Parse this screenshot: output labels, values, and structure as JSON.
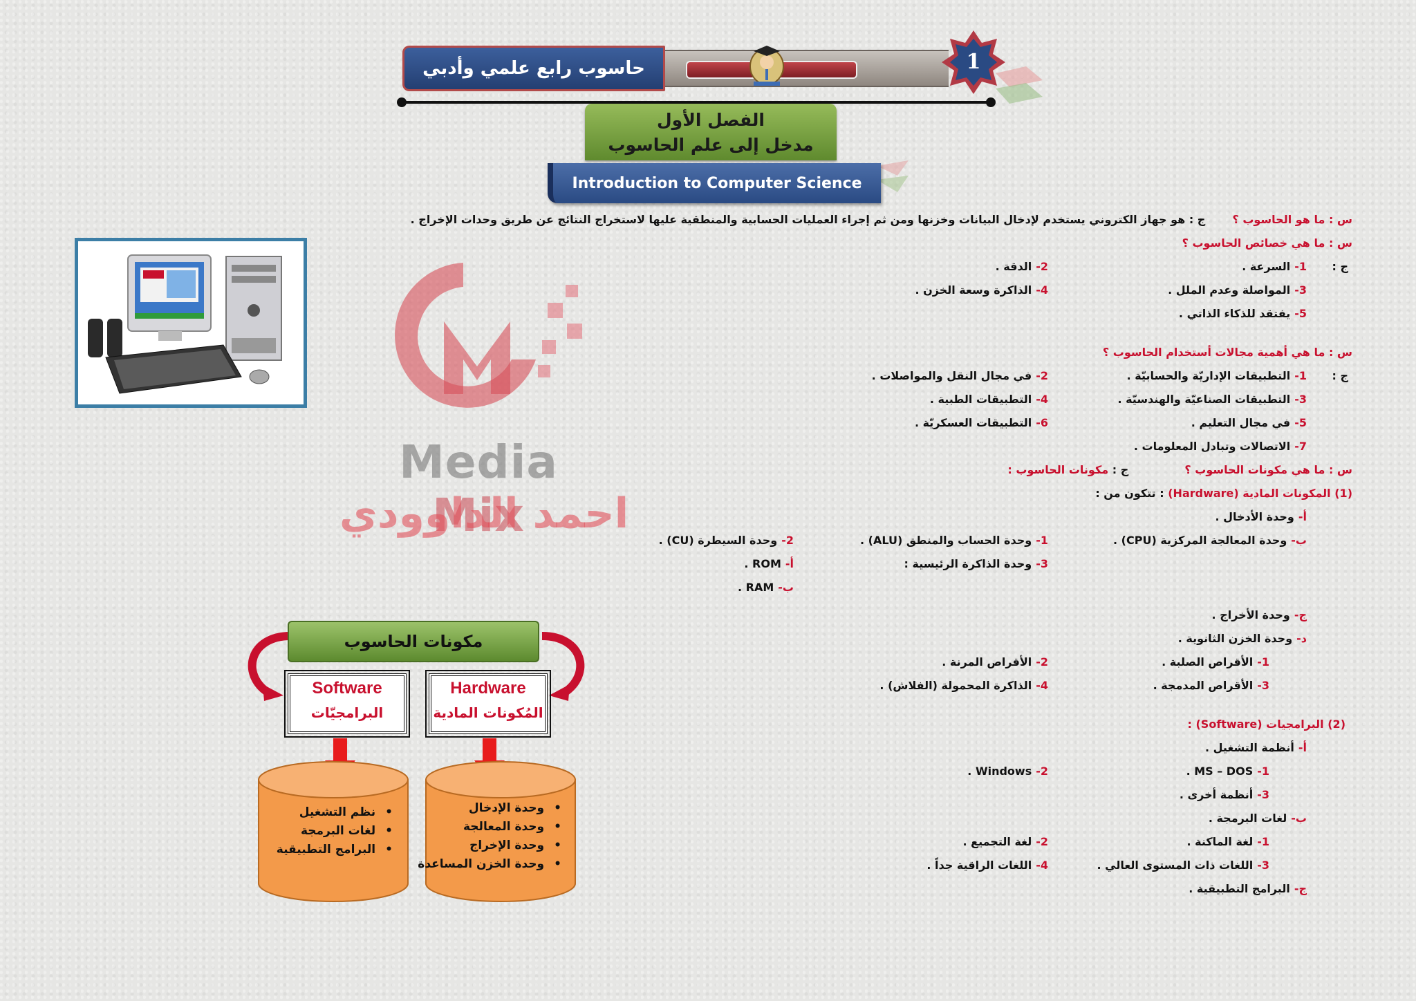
{
  "header": {
    "page_number": "1",
    "title": "حاسوب رابع علمي وأدبي"
  },
  "chapter": {
    "line1": "الفصل الأول",
    "line2": "مدخل إلى علم الحاسوب",
    "english_title": "Introduction to Computer Science"
  },
  "q1": {
    "question": "س : ما هو الحاسوب ؟",
    "answer": "ج : هو جهاز الكتروني يستخدم لإدخال البيانات وخزنها ومن ثم إجراء العمليات الحسابية والمنطقية عليها لاستخراج النتائج عن طريق وحدات الإخراج ."
  },
  "q2": {
    "question": "س : ما هي خصائص الحاسوب ؟",
    "answer_prefix": "ج :",
    "items": [
      {
        "n": "1-",
        "t": "السرعة ."
      },
      {
        "n": "2-",
        "t": "الدقة ."
      },
      {
        "n": "3-",
        "t": "المواصلة وعدم الملل ."
      },
      {
        "n": "4-",
        "t": "الذاكرة وسعة الخزن ."
      },
      {
        "n": "5-",
        "t": "يفتقد للذكاء الذاتي ."
      }
    ]
  },
  "q3": {
    "question": "س : ما هي أهمية مجالات أستخدام الحاسوب ؟",
    "answer_prefix": "ج :",
    "items": [
      {
        "n": "1-",
        "t": "التطبيقات الإداريّة والحسابيّة ."
      },
      {
        "n": "2-",
        "t": "في مجال النقل والمواصلات ."
      },
      {
        "n": "3-",
        "t": "التطبيقات الصناعيّة والهندسيّة ."
      },
      {
        "n": "4-",
        "t": "التطبيقات الطبية ."
      },
      {
        "n": "5-",
        "t": "في مجال التعليم ."
      },
      {
        "n": "6-",
        "t": "التطبيقات العسكريّة ."
      },
      {
        "n": "7-",
        "t": "الاتصالات وتبادل المعلومات ."
      }
    ]
  },
  "q4": {
    "question": "س : ما هي مكونات الحاسوب ؟",
    "answer_prefix": "ج :",
    "answer_label": "مكونات الحاسوب :",
    "hw_num": "(1)",
    "hw_title": "المكونات المادية (Hardware)",
    "hw_suffix": ": تتكون من :",
    "a": {
      "n": "أ-",
      "t": "وحدة الأدخال ."
    },
    "b": {
      "n": "ب-",
      "t": "وحدة المعالجة المركزية (CPU) ."
    },
    "b1": {
      "n": "1-",
      "t": "وحدة الحساب والمنطق (ALU) ."
    },
    "b2": {
      "n": "2-",
      "t": "وحدة السيطرة (CU) ."
    },
    "b3": {
      "n": "3-",
      "t": "وحدة الذاكرة الرئيسية :"
    },
    "b3a": {
      "n": "أ-",
      "t": "ROM ."
    },
    "b3b": {
      "n": "ب-",
      "t": "RAM ."
    },
    "c": {
      "n": "ج-",
      "t": "وحدة الأخراج ."
    },
    "d": {
      "n": "د-",
      "t": "وحدة الخزن الثانوية ."
    },
    "d1": {
      "n": "1-",
      "t": "الأقراص الصلبة ."
    },
    "d2": {
      "n": "2-",
      "t": "الأقراص المرنة ."
    },
    "d3": {
      "n": "3-",
      "t": "الأقراص المدمجة ."
    },
    "d4": {
      "n": "4-",
      "t": "الذاكرة المحمولة (الفلاش) ."
    },
    "sw_num": "(2)",
    "sw_title": "البرامجيات (Software) :",
    "sa": {
      "n": "أ-",
      "t": "أنظمة التشغيل ."
    },
    "sa1": {
      "n": "1-",
      "t": "MS – DOS ."
    },
    "sa2": {
      "n": "2-",
      "t": "Windows ."
    },
    "sa3": {
      "n": "3-",
      "t": "أنظمة أخرى ."
    },
    "sb": {
      "n": "ب-",
      "t": "لغات البرمجة ."
    },
    "sb1": {
      "n": "1-",
      "t": "لغة الماكنة ."
    },
    "sb2": {
      "n": "2-",
      "t": "لغة التجميع ."
    },
    "sb3": {
      "n": "3-",
      "t": "اللغات ذات المستوى العالي ."
    },
    "sb4": {
      "n": "4-",
      "t": "اللغات الراقية جداً ."
    },
    "sc": {
      "n": "ج-",
      "t": "البرامج التطبيقية ."
    }
  },
  "watermark": {
    "brand_a": "Media",
    "brand_b": "Mix",
    "name": "احمد الداوودي"
  },
  "diagram": {
    "title": "مكونات الحاسوب",
    "software_en": "Software",
    "software_ar": "البرامجيّات",
    "hardware_en": "Hardware",
    "hardware_ar": "المُكونات المادية",
    "software_list": [
      "نظم التشغيل",
      "لغات البرمجة",
      "البرامج التطبيقية"
    ],
    "hardware_list": [
      "وحدة الإدخال",
      "وحدة المعالجة",
      "وحدة الإخراج",
      "وحدة الخزن المساعدة"
    ]
  },
  "colors": {
    "accent_red": "#c8102e",
    "header_blue": "#2a4a83",
    "chapter_green": "#6f9a3c",
    "cylinder_orange": "#f39a4a"
  }
}
